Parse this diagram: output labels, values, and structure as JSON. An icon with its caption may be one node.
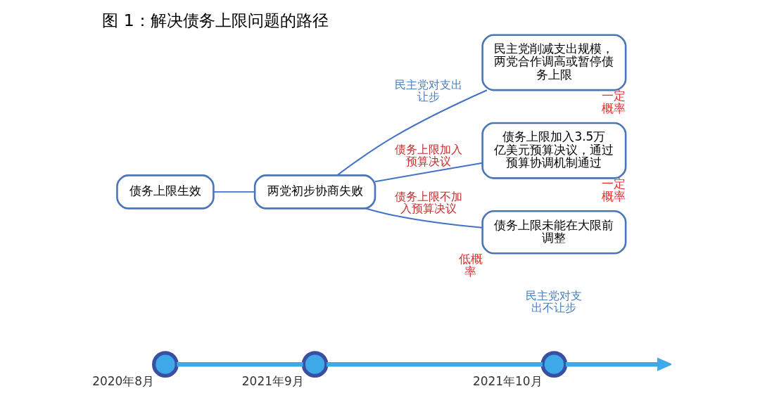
{
  "diagram": {
    "title": "图 1：解决债务上限问题的路径",
    "nodes": [
      {
        "text": [
          "债务上限生效"
        ]
      },
      {
        "text": [
          "两党初步协商失败"
        ]
      },
      {
        "text": [
          "民主党削减支出规模，两党合作调高或暂停债务上限"
        ],
        "beside": [
          "一定概率"
        ]
      },
      {
        "text": [
          "债务上限加入3.5万亿美元预算决议，通过预算协调机制通过"
        ],
        "beside": [
          "一定概率"
        ]
      },
      {
        "text": [
          "债务上限未能在大限前调整"
        ],
        "beside": [
          "低概率"
        ]
      },
      {
        "text": [],
        "shape": "circle",
        "beside": [
          "2020年8月"
        ]
      },
      {
        "text": [],
        "shape": "circle",
        "beside": [
          "2021年9月"
        ]
      },
      {
        "text": [],
        "shape": "circle",
        "beside": [
          "2021年10月"
        ]
      }
    ],
    "edges": [
      {
        "from": 0,
        "to": 1,
        "arrow": "none"
      },
      {
        "from": 1,
        "to": 2,
        "arrow": "none",
        "label": "民主党对支出让步"
      },
      {
        "from": 1,
        "to": 3,
        "arrow": "none",
        "label": "债务上限加入预算决议"
      },
      {
        "from": 1,
        "to": 4,
        "arrow": "none",
        "label": "债务上限不加入预算决议"
      },
      {
        "from": 5,
        "to": 6,
        "arrow": "none",
        "style": "thick",
        "color": "#3da9e8"
      },
      {
        "from": 6,
        "to": 7,
        "arrow": "none",
        "style": "thick",
        "color": "#3da9e8"
      },
      {
        "from": 7,
        "to": null,
        "arrow": "to",
        "style": "thick",
        "color": "#3da9e8"
      }
    ],
    "labels": [
      "民主党对支出不让步"
    ]
  }
}
